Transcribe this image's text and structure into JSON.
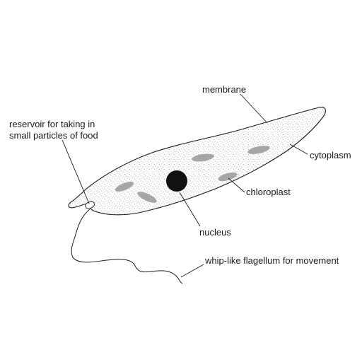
{
  "labels": {
    "membrane": "membrane",
    "reservoir_line1": "reservoir for taking in",
    "reservoir_line2": "small particles of food",
    "cytoplasm": "cytoplasm",
    "chloroplast": "chloroplast",
    "nucleus": "nucleus",
    "flagellum": "whip-like flagellum for movement"
  },
  "colors": {
    "outline": "#1a1a1a",
    "stipple": "#666666",
    "chloroplast": "#a6a6a6",
    "nucleus": "#111111",
    "background": "#ffffff"
  }
}
